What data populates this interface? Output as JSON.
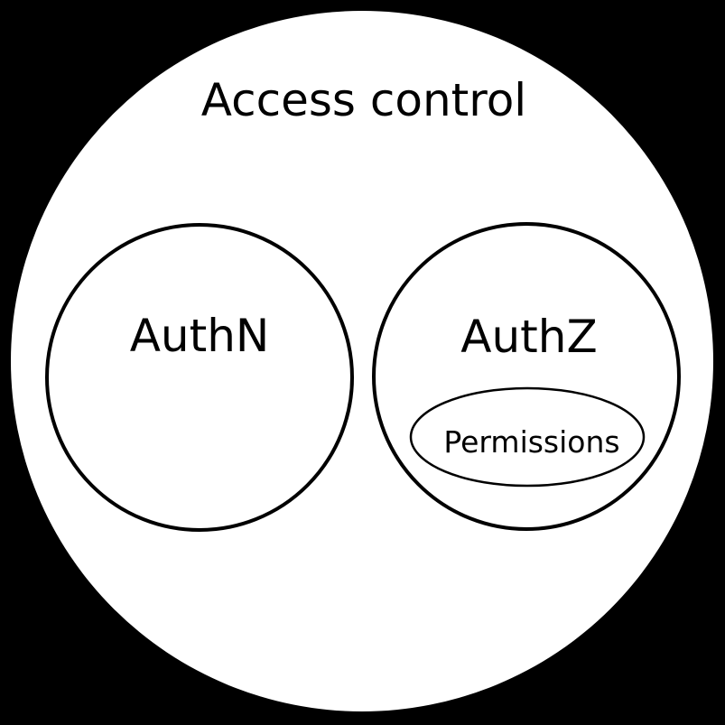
{
  "diagram": {
    "type": "venn-nested-sets",
    "title": "Access control",
    "sets": [
      {
        "label": "AuthN",
        "children": []
      },
      {
        "label": "AuthZ",
        "children": [
          {
            "label": "Permissions"
          }
        ]
      }
    ]
  },
  "colors": {
    "background": "#000000",
    "set_fill": "#ffffff",
    "set_stroke": "#000000",
    "text": "#000000"
  }
}
